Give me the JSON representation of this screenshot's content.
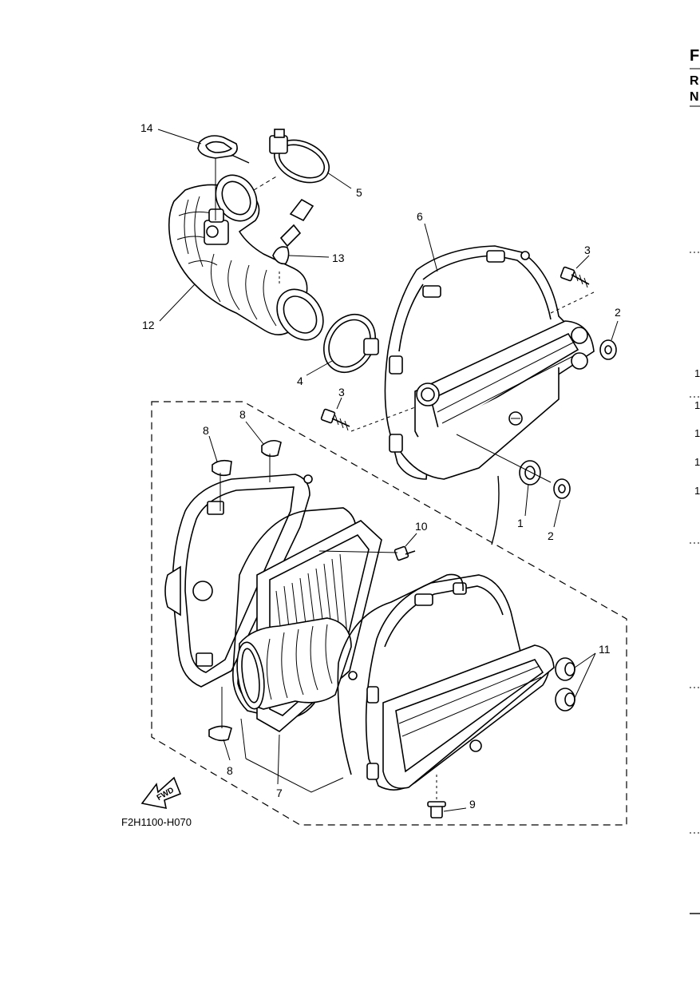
{
  "figure": {
    "code": "F2H1100-H070",
    "fwd_label": "FWD"
  },
  "callouts": {
    "c1": "1",
    "c2a": "2",
    "c2b": "2",
    "c3a": "3",
    "c3b": "3",
    "c4": "4",
    "c5": "5",
    "c6": "6",
    "c7": "7",
    "c8a": "8",
    "c8b": "8",
    "c8c": "8",
    "c9": "9",
    "c10": "10",
    "c11": "11",
    "c12": "12",
    "c13": "13",
    "c14": "14"
  },
  "right_edge": {
    "letter_top": "F",
    "letter_r": "R",
    "letter_n": "N",
    "nums": [
      "1",
      "1",
      "1",
      "1",
      "1"
    ]
  }
}
